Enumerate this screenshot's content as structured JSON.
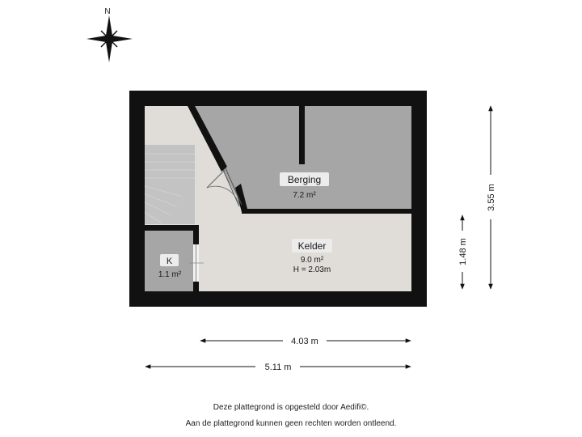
{
  "compass": {
    "north_label": "N",
    "icon": "compass-rose-icon"
  },
  "rooms": {
    "berging": {
      "name": "Berging",
      "area": "7.2 m²"
    },
    "kelder": {
      "name": "Kelder",
      "area": "9.0 m²",
      "height": "H = 2.03m"
    },
    "k": {
      "name": "K",
      "area": "1.1 m²"
    }
  },
  "dimensions": {
    "inner_width": "4.03 m",
    "outer_width": "5.11 m",
    "partial_height": "1.48 m",
    "total_height": "3.55 m"
  },
  "footer": {
    "line1": "Deze plattegrond is opgesteld door Aedifi©.",
    "line2": "Aan de plattegrond kunnen geen rechten worden ontleend."
  },
  "colors": {
    "wall": "#111111",
    "berging_floor": "#a6a6a6",
    "kelder_floor": "#e0ddd8",
    "k_floor": "#a6a6a6",
    "stair": "#c3c3c3",
    "label_bg": "#ececec"
  }
}
